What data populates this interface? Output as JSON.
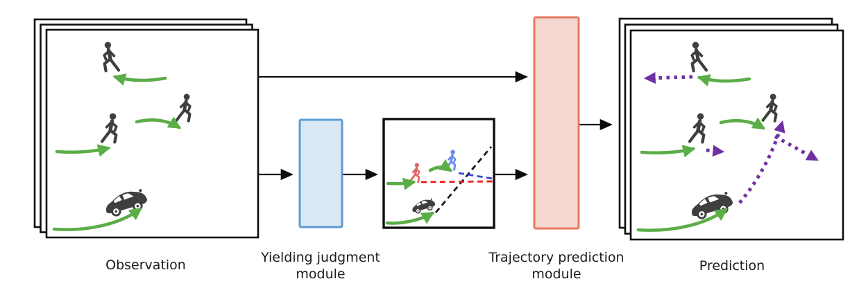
{
  "pipeline": {
    "observation_panel": {
      "label": "Observation",
      "agents": [
        "pedestrian",
        "pedestrian",
        "pedestrian",
        "car"
      ],
      "stacked_frames": 3
    },
    "yielding_module": {
      "label_lines": [
        "Yielding judgment",
        "module"
      ]
    },
    "intermediate_view": {
      "agents": [
        "pedestrian-red",
        "pedestrian-blue",
        "car"
      ],
      "lines": [
        "red-dashed-path",
        "blue-dashed-path",
        "black-dashed-vehicle-path"
      ]
    },
    "trajectory_module": {
      "label_lines": [
        "Trajectory prediction",
        "module"
      ]
    },
    "prediction_panel": {
      "label": "Prediction",
      "agents": [
        "pedestrian",
        "pedestrian",
        "pedestrian",
        "car"
      ],
      "stacked_frames": 3
    }
  },
  "colors": {
    "observed_trajectory_green": "#5BAD47",
    "predicted_trajectory_purple": "#7030A0",
    "yielding_module_fill": "#DAE8F3",
    "yielding_module_border": "#5B9BD5",
    "trajectory_module_fill": "#F4D7CE",
    "trajectory_module_border": "#E97862",
    "pedestrian_red": "#E06666",
    "pedestrian_blue": "#6C8CE8",
    "dashed_red": "#EE1A1A",
    "dashed_blue": "#3B44DB",
    "agent_dark": "#3F3F3F"
  }
}
